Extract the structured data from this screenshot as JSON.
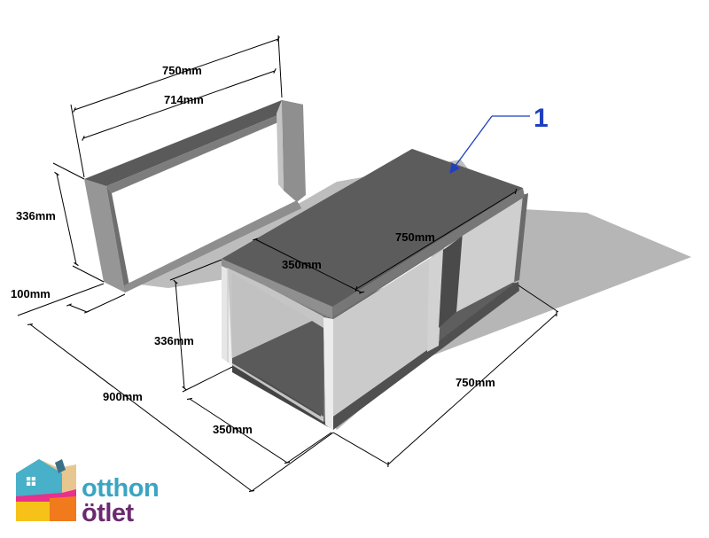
{
  "diagram": {
    "dimensions": {
      "frame_outer_width": "750mm",
      "frame_inner_width": "714mm",
      "frame_height": "336mm",
      "frame_depth": "100mm",
      "total_length": "900mm",
      "box_top_length": "750mm",
      "box_top_depth": "350mm",
      "box_height": "336mm",
      "box_depth": "350mm",
      "box_length": "750mm"
    },
    "callout_number": "1"
  },
  "logo": {
    "line1": "otthon",
    "line2": "ötlet"
  },
  "colors": {
    "panel_dark": "#5b5b5b",
    "panel_medium": "#8a8a8a",
    "panel_light": "#bdbdbd",
    "shadow": "#b4b4b4",
    "callout": "#1f3fbf",
    "logo_text": "#6b2a6f"
  }
}
